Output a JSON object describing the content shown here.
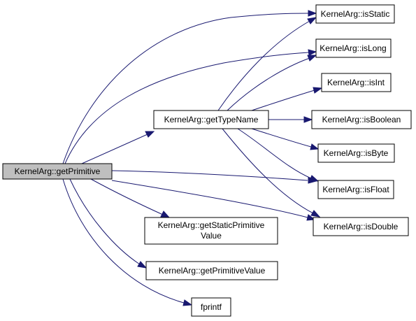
{
  "nodes": {
    "getPrimitive": {
      "label": "KernelArg::getPrimitive"
    },
    "getTypeName": {
      "label": "KernelArg::getTypeName"
    },
    "isStatic": {
      "label": "KernelArg::isStatic"
    },
    "isLong": {
      "label": "KernelArg::isLong"
    },
    "isInt": {
      "label": "KernelArg::isInt"
    },
    "isBoolean": {
      "label": "KernelArg::isBoolean"
    },
    "isByte": {
      "label": "KernelArg::isByte"
    },
    "isFloat": {
      "label": "KernelArg::isFloat"
    },
    "isDouble": {
      "label": "KernelArg::isDouble"
    },
    "getStaticPrimitiveValue": {
      "line1": "KernelArg::getStaticPrimitive",
      "line2": "Value"
    },
    "getPrimitiveValue": {
      "label": "KernelArg::getPrimitiveValue"
    },
    "fprintf": {
      "label": "fprintf"
    }
  },
  "edges": [
    [
      "getPrimitive",
      "isStatic"
    ],
    [
      "getPrimitive",
      "isLong"
    ],
    [
      "getPrimitive",
      "getTypeName"
    ],
    [
      "getPrimitive",
      "isFloat"
    ],
    [
      "getPrimitive",
      "isDouble"
    ],
    [
      "getPrimitive",
      "getStaticPrimitiveValue"
    ],
    [
      "getPrimitive",
      "getPrimitiveValue"
    ],
    [
      "getPrimitive",
      "fprintf"
    ],
    [
      "getTypeName",
      "isStatic"
    ],
    [
      "getTypeName",
      "isLong"
    ],
    [
      "getTypeName",
      "isInt"
    ],
    [
      "getTypeName",
      "isBoolean"
    ],
    [
      "getTypeName",
      "isByte"
    ],
    [
      "getTypeName",
      "isFloat"
    ],
    [
      "getTypeName",
      "isDouble"
    ]
  ],
  "colors": {
    "edge": "#191970",
    "focus_fill": "#bfbfbf",
    "node_fill": "#ffffff"
  }
}
